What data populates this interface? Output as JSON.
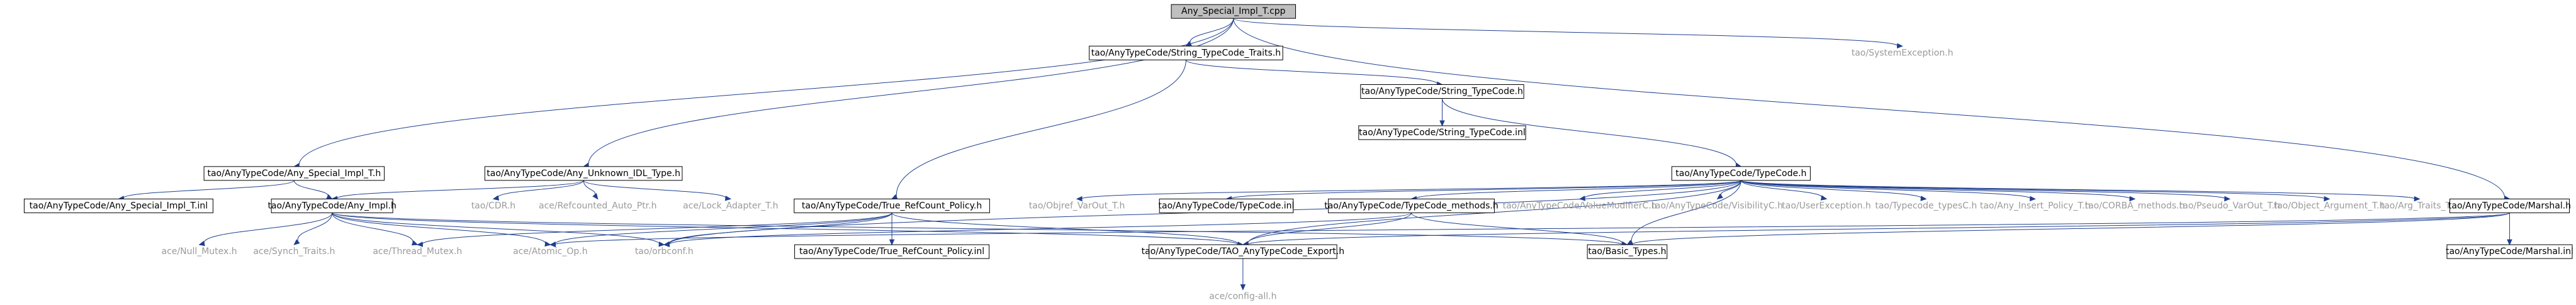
{
  "graph": {
    "colors": {
      "edge": "#1f3f8f",
      "box_fill": "#ffffff",
      "root_fill": "#bfbfbf",
      "text": "#000000",
      "external_text": "#9a9a9a"
    },
    "nodes": [
      {
        "id": "root",
        "label": "Any_Special_Impl_T.cpp",
        "kind": "root"
      },
      {
        "id": "stt",
        "label": "tao/AnyTypeCode/String_TypeCode_Traits.h",
        "kind": "file"
      },
      {
        "id": "sysexc",
        "label": "tao/SystemException.h",
        "kind": "external"
      },
      {
        "id": "stc",
        "label": "tao/AnyTypeCode/String_TypeCode.h",
        "kind": "file"
      },
      {
        "id": "asih",
        "label": "tao/AnyTypeCode/Any_Special_Impl_T.h",
        "kind": "file"
      },
      {
        "id": "auit",
        "label": "tao/AnyTypeCode/Any_Unknown_IDL_Type.h",
        "kind": "file"
      },
      {
        "id": "stcinl",
        "label": "tao/AnyTypeCode/String_TypeCode.inl",
        "kind": "file"
      },
      {
        "id": "tch",
        "label": "tao/AnyTypeCode/TypeCode.h",
        "kind": "file"
      },
      {
        "id": "asiinl",
        "label": "tao/AnyTypeCode/Any_Special_Impl_T.inl",
        "kind": "file"
      },
      {
        "id": "anyimpl",
        "label": "tao/AnyTypeCode/Any_Impl.h",
        "kind": "file"
      },
      {
        "id": "cdr",
        "label": "tao/CDR.h",
        "kind": "external"
      },
      {
        "id": "refauto",
        "label": "ace/Refcounted_Auto_Ptr.h",
        "kind": "external"
      },
      {
        "id": "lockad",
        "label": "ace/Lock_Adapter_T.h",
        "kind": "external"
      },
      {
        "id": "truerc",
        "label": "tao/AnyTypeCode/True_RefCount_Policy.h",
        "kind": "file"
      },
      {
        "id": "objvar",
        "label": "tao/Objref_VarOut_T.h",
        "kind": "external"
      },
      {
        "id": "tcinl",
        "label": "tao/AnyTypeCode/TypeCode.inl",
        "kind": "file"
      },
      {
        "id": "tcmeth",
        "label": "tao/AnyTypeCode/TypeCode_methods.h",
        "kind": "file"
      },
      {
        "id": "vmc",
        "label": "tao/AnyTypeCode/ValueModifierC.h",
        "kind": "external"
      },
      {
        "id": "visc",
        "label": "tao/AnyTypeCode/VisibilityC.h",
        "kind": "external"
      },
      {
        "id": "userexc",
        "label": "tao/UserException.h",
        "kind": "external"
      },
      {
        "id": "tctypes",
        "label": "tao/Typecode_typesC.h",
        "kind": "external"
      },
      {
        "id": "anyins",
        "label": "tao/Any_Insert_Policy_T.h",
        "kind": "external"
      },
      {
        "id": "corbam",
        "label": "tao/CORBA_methods.h",
        "kind": "external"
      },
      {
        "id": "pseudo",
        "label": "tao/Pseudo_VarOut_T.h",
        "kind": "external"
      },
      {
        "id": "objarg",
        "label": "tao/Object_Argument_T.h",
        "kind": "external"
      },
      {
        "id": "argtr",
        "label": "tao/Arg_Traits_T.h",
        "kind": "external"
      },
      {
        "id": "marshal",
        "label": "tao/AnyTypeCode/Marshal.h",
        "kind": "file"
      },
      {
        "id": "nullmx",
        "label": "ace/Null_Mutex.h",
        "kind": "external"
      },
      {
        "id": "synch",
        "label": "ace/Synch_Traits.h",
        "kind": "external"
      },
      {
        "id": "thrmx",
        "label": "ace/Thread_Mutex.h",
        "kind": "external"
      },
      {
        "id": "atomic",
        "label": "ace/Atomic_Op.h",
        "kind": "external"
      },
      {
        "id": "orbconf",
        "label": "tao/orbconf.h",
        "kind": "external"
      },
      {
        "id": "trcinl",
        "label": "tao/AnyTypeCode/True_RefCount_Policy.inl",
        "kind": "file"
      },
      {
        "id": "export",
        "label": "tao/AnyTypeCode/TAO_AnyTypeCode_Export.h",
        "kind": "file"
      },
      {
        "id": "basic",
        "label": "tao/Basic_Types.h",
        "kind": "file"
      },
      {
        "id": "marshinl",
        "label": "tao/AnyTypeCode/Marshal.inl",
        "kind": "file"
      },
      {
        "id": "configall",
        "label": "ace/config-all.h",
        "kind": "external"
      }
    ],
    "edges": [
      [
        "root",
        "stt"
      ],
      [
        "root",
        "sysexc"
      ],
      [
        "root",
        "asih"
      ],
      [
        "root",
        "auit"
      ],
      [
        "root",
        "marshal"
      ],
      [
        "stt",
        "stc"
      ],
      [
        "stt",
        "truerc"
      ],
      [
        "stc",
        "stcinl"
      ],
      [
        "stc",
        "tch"
      ],
      [
        "asih",
        "asiinl"
      ],
      [
        "asih",
        "anyimpl"
      ],
      [
        "auit",
        "anyimpl"
      ],
      [
        "auit",
        "cdr"
      ],
      [
        "auit",
        "refauto"
      ],
      [
        "auit",
        "lockad"
      ],
      [
        "tch",
        "objvar"
      ],
      [
        "tch",
        "tcinl"
      ],
      [
        "tch",
        "tcmeth"
      ],
      [
        "tch",
        "vmc"
      ],
      [
        "tch",
        "visc"
      ],
      [
        "tch",
        "userexc"
      ],
      [
        "tch",
        "tctypes"
      ],
      [
        "tch",
        "anyins"
      ],
      [
        "tch",
        "corbam"
      ],
      [
        "tch",
        "pseudo"
      ],
      [
        "tch",
        "objarg"
      ],
      [
        "tch",
        "argtr"
      ],
      [
        "tch",
        "export"
      ],
      [
        "tch",
        "basic"
      ],
      [
        "tch",
        "orbconf"
      ],
      [
        "anyimpl",
        "nullmx"
      ],
      [
        "anyimpl",
        "synch"
      ],
      [
        "anyimpl",
        "thrmx"
      ],
      [
        "anyimpl",
        "atomic"
      ],
      [
        "anyimpl",
        "orbconf"
      ],
      [
        "anyimpl",
        "export"
      ],
      [
        "anyimpl",
        "basic"
      ],
      [
        "truerc",
        "thrmx"
      ],
      [
        "truerc",
        "atomic"
      ],
      [
        "truerc",
        "orbconf"
      ],
      [
        "truerc",
        "trcinl"
      ],
      [
        "truerc",
        "export"
      ],
      [
        "tcmeth",
        "orbconf"
      ],
      [
        "tcmeth",
        "export"
      ],
      [
        "tcmeth",
        "basic"
      ],
      [
        "marshal",
        "atomic"
      ],
      [
        "marshal",
        "export"
      ],
      [
        "marshal",
        "basic"
      ],
      [
        "marshal",
        "marshinl"
      ],
      [
        "export",
        "configall"
      ]
    ]
  }
}
